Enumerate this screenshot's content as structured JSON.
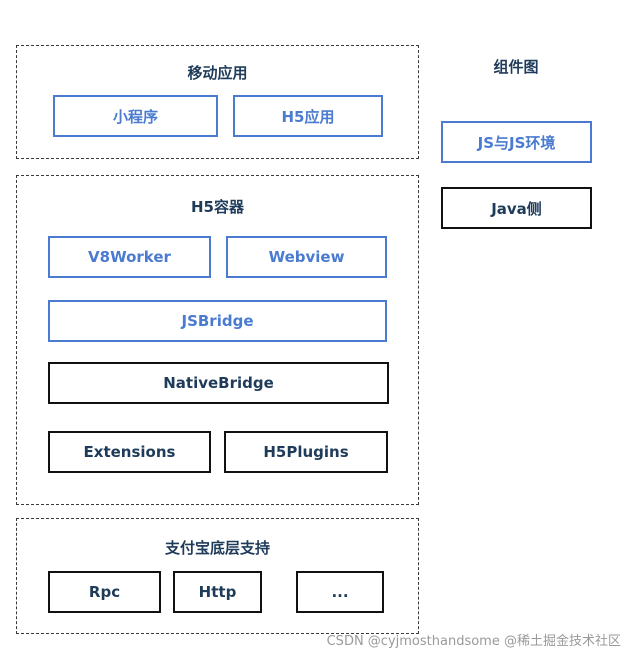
{
  "legend": {
    "title": "组件图",
    "js_label": "JS与JS环境",
    "java_label": "Java侧"
  },
  "mobile_apps": {
    "title": "移动应用",
    "mini_program": "小程序",
    "h5_app": "H5应用"
  },
  "h5_container": {
    "title": "H5容器",
    "v8worker": "V8Worker",
    "webview": "Webview",
    "jsbridge": "JSBridge",
    "nativebridge": "NativeBridge",
    "extensions": "Extensions",
    "h5plugins": "H5Plugins"
  },
  "alipay_support": {
    "title": "支付宝底层支持",
    "rpc": "Rpc",
    "http": "Http",
    "more": "..."
  },
  "watermark": "CSDN @cyjmosthandsome",
  "watermark2": "@稀土掘金技术社区",
  "colors": {
    "js_border": "#4a7bd0",
    "java_border": "#111111",
    "dashed_border": "#3a3a3a"
  }
}
